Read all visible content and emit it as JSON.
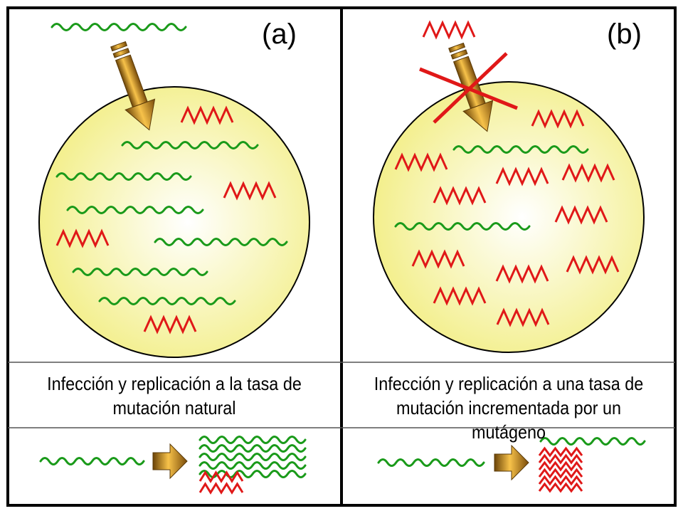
{
  "panels": [
    {
      "label": "(a)",
      "caption_line1": "Infección y replicación a la tasa de",
      "caption_line2": "mutación natural"
    },
    {
      "label": "(b)",
      "caption_line1": "Infección y replicación a una tasa de",
      "caption_line2": "mutación incrementada por un mutágeno"
    }
  ],
  "colors": {
    "wild_type": "#1a9a1a",
    "mutant": "#e01818",
    "cell_fill_center": "#ffffff",
    "cell_fill_edge": "#f3ef8c",
    "arrow": "#c08a1e",
    "cross": "#e01818",
    "border": "#000000"
  }
}
